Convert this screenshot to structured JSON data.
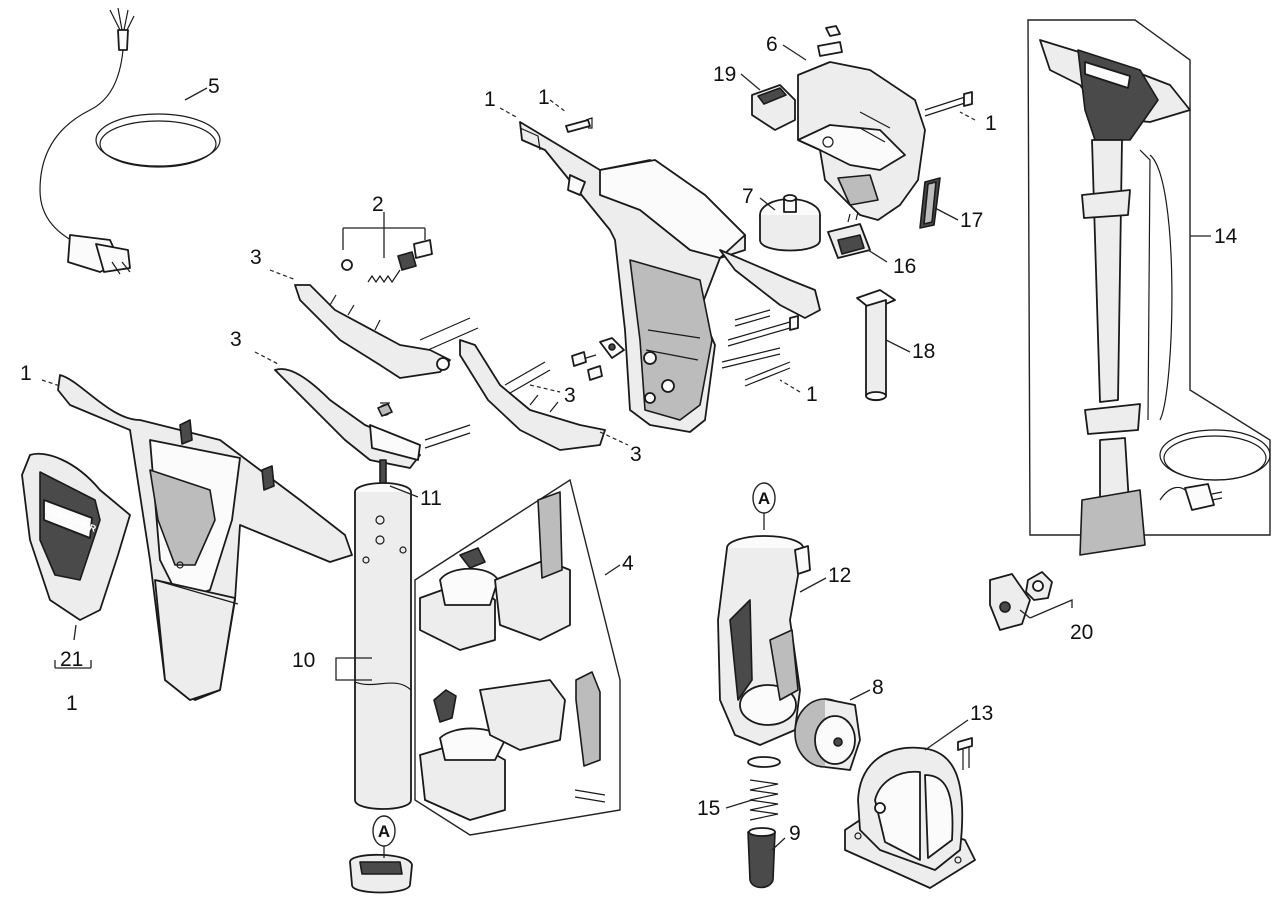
{
  "diagram": {
    "type": "exploded-parts-diagram",
    "brand_mark": "KÄRCHER",
    "callouts": {
      "c1a": "1",
      "c1b": "1",
      "c1c": "1",
      "c1d": "1",
      "c1e": "1",
      "c1f": "1",
      "c2": "2",
      "c3a": "3",
      "c3b": "3",
      "c3c": "3",
      "c3d": "3",
      "c4": "4",
      "c5": "5",
      "c6": "6",
      "c7": "7",
      "c8": "8",
      "c9": "9",
      "c10": "10",
      "c11": "11",
      "c12": "12",
      "c13": "13",
      "c14": "14",
      "c15": "15",
      "c16": "16",
      "c17": "17",
      "c18": "18",
      "c19": "19",
      "c20": "20",
      "c21": "21"
    },
    "connector_marks": {
      "top": "A",
      "bottom": "A"
    }
  }
}
